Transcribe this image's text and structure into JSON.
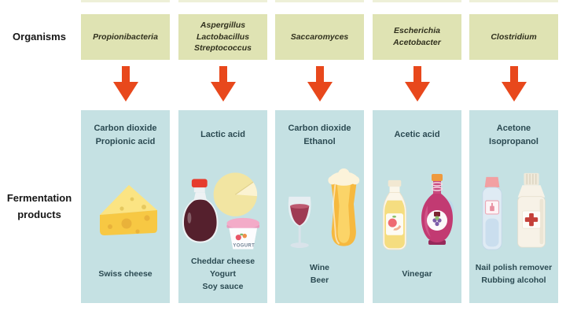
{
  "palette": {
    "organism_box_bg": "#dfe3b3",
    "product_box_bg": "#c5e1e3",
    "arrow_color": "#e8481c",
    "box_text_color": "#2b4a52",
    "label_text_color": "#161616",
    "page_bg": "#ffffff"
  },
  "row_labels": {
    "organisms": "Organisms",
    "fermentation_products": "Fermentation\nproducts"
  },
  "columns": [
    {
      "organism": "Propionibacteria",
      "products": "Carbon dioxide\nPropionic acid",
      "items": "Swiss cheese",
      "icons": [
        "down-arrow-icon",
        "swiss-cheese-icon"
      ]
    },
    {
      "organism": "Aspergillus\nLactobacillus\nStreptococcus",
      "products": "Lactic acid",
      "items": "Cheddar cheese\nYogurt\nSoy sauce",
      "yogurt_label": "YOGURT",
      "icons": [
        "down-arrow-icon",
        "soy-sauce-bottle-icon",
        "cheese-wheel-icon",
        "yogurt-cup-icon"
      ]
    },
    {
      "organism": "Saccaromyces",
      "products": "Carbon dioxide\nEthanol",
      "items": "Wine\nBeer",
      "icons": [
        "down-arrow-icon",
        "wine-glass-icon",
        "beer-glass-icon"
      ]
    },
    {
      "organism": "Escherichia\nAcetobacter",
      "products": "Acetic acid",
      "items": "Vinegar",
      "icons": [
        "down-arrow-icon",
        "apple-cider-vinegar-bottle-icon",
        "wine-vinegar-bottle-icon"
      ]
    },
    {
      "organism": "Clostridium",
      "products": "Acetone\nIsopropanol",
      "items": "Nail polish remover\nRubbing alcohol",
      "icons": [
        "down-arrow-icon",
        "nail-polish-remover-bottle-icon",
        "rubbing-alcohol-bottle-icon"
      ]
    }
  ]
}
